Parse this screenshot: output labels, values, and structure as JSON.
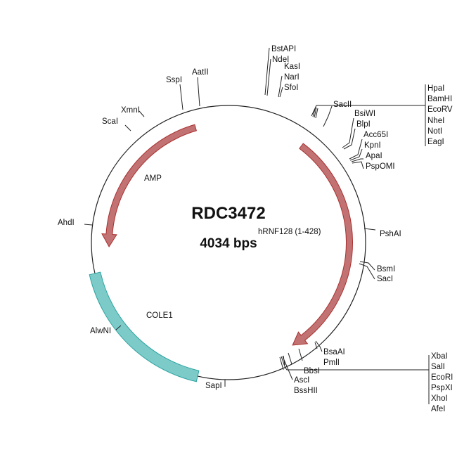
{
  "plasmid": {
    "name": "RDC3472",
    "size": "4034 bps"
  },
  "colors": {
    "feature_red": "#c27272",
    "feature_red_stroke": "#a8302f",
    "feature_teal": "#7dcbc9",
    "feature_teal_stroke": "#2aa3a0"
  },
  "features": [
    {
      "label": "AMP",
      "type": "arrow"
    },
    {
      "label": "hRNF128 (1-428)",
      "type": "arrow"
    },
    {
      "label": "COLE1",
      "type": "box"
    }
  ],
  "sites": {
    "top": [
      "BstAPI",
      "NdeI",
      "KasI",
      "NarI",
      "SfoI"
    ],
    "sacii": "SacII",
    "mcs1": [
      "HpaI",
      "BamHI",
      "EcoRV",
      "NheI",
      "NotI",
      "EagI"
    ],
    "right1": [
      "BsiWI",
      "BlpI",
      "Acc65I",
      "KpnI",
      "ApaI",
      "PspOMI"
    ],
    "pshai": "PshAI",
    "right2": [
      "BsmI",
      "SacI"
    ],
    "bottom1": [
      "BsaAI",
      "PmlI"
    ],
    "bbsi": "BbsI",
    "bottom2": [
      "AscI",
      "BssHII"
    ],
    "mcs2": [
      "XbaI",
      "SalI",
      "EcoRI",
      "PspXI",
      "XhoI",
      "AfeI"
    ],
    "sapi": "SapI",
    "alwni": "AlwNI",
    "ahdi": "AhdI",
    "scai": "ScaI",
    "xmni": "XmnI",
    "sspi": "SspI",
    "aatii": "AatII"
  }
}
